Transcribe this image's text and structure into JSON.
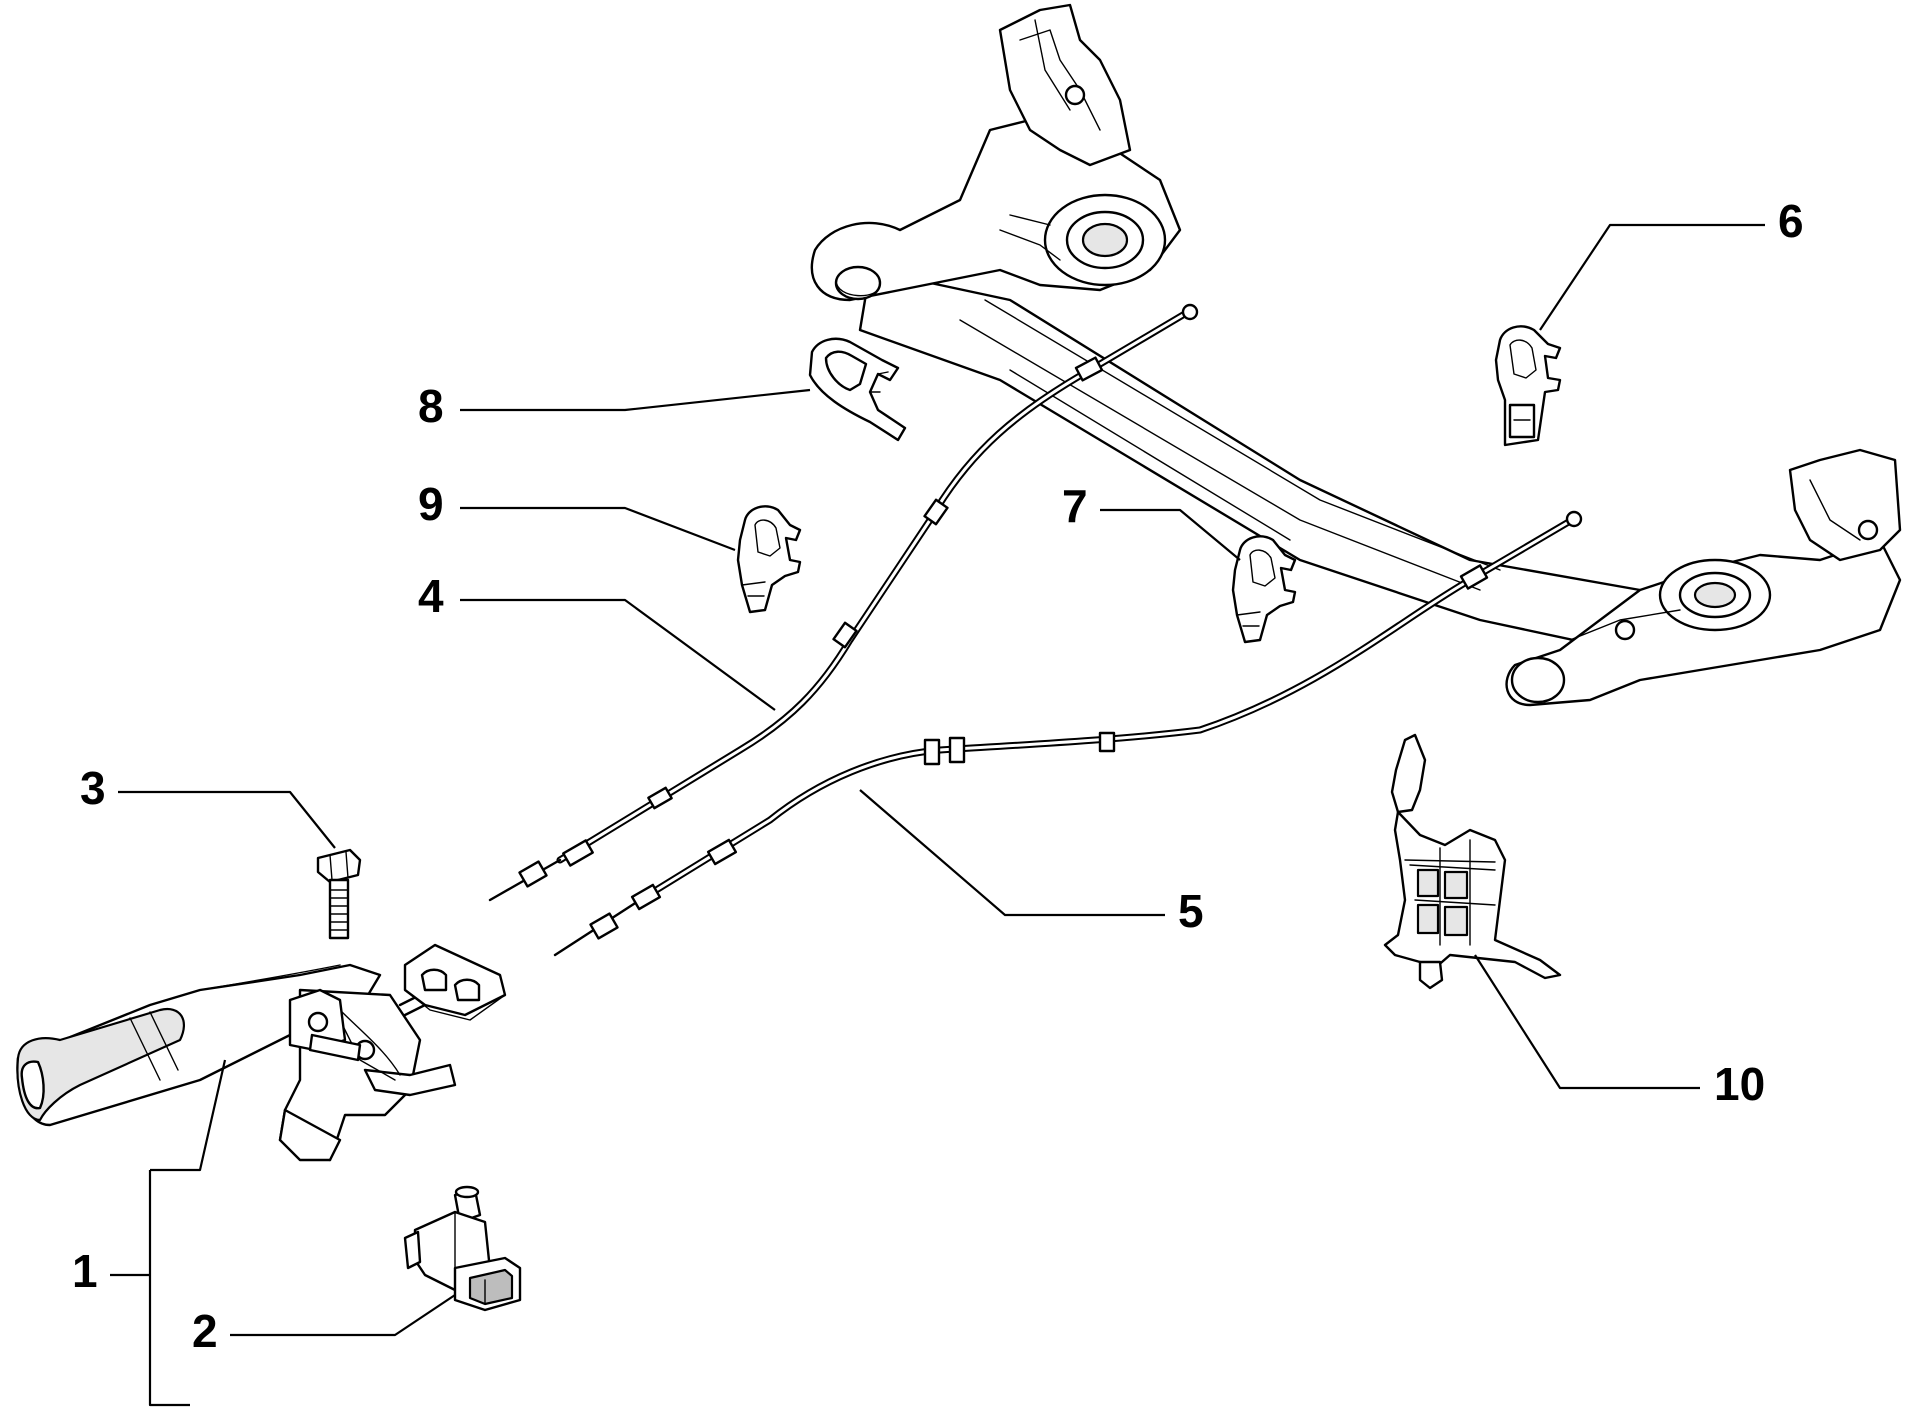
{
  "diagram": {
    "callouts": [
      {
        "id": "1",
        "label": "1"
      },
      {
        "id": "2",
        "label": "2"
      },
      {
        "id": "3",
        "label": "3"
      },
      {
        "id": "4",
        "label": "4"
      },
      {
        "id": "5",
        "label": "5"
      },
      {
        "id": "6",
        "label": "6"
      },
      {
        "id": "7",
        "label": "7"
      },
      {
        "id": "8",
        "label": "8"
      },
      {
        "id": "9",
        "label": "9"
      },
      {
        "id": "10",
        "label": "10"
      }
    ],
    "colors": {
      "line": "#000000",
      "background": "#ffffff",
      "shade": "#bdbdbd"
    }
  }
}
